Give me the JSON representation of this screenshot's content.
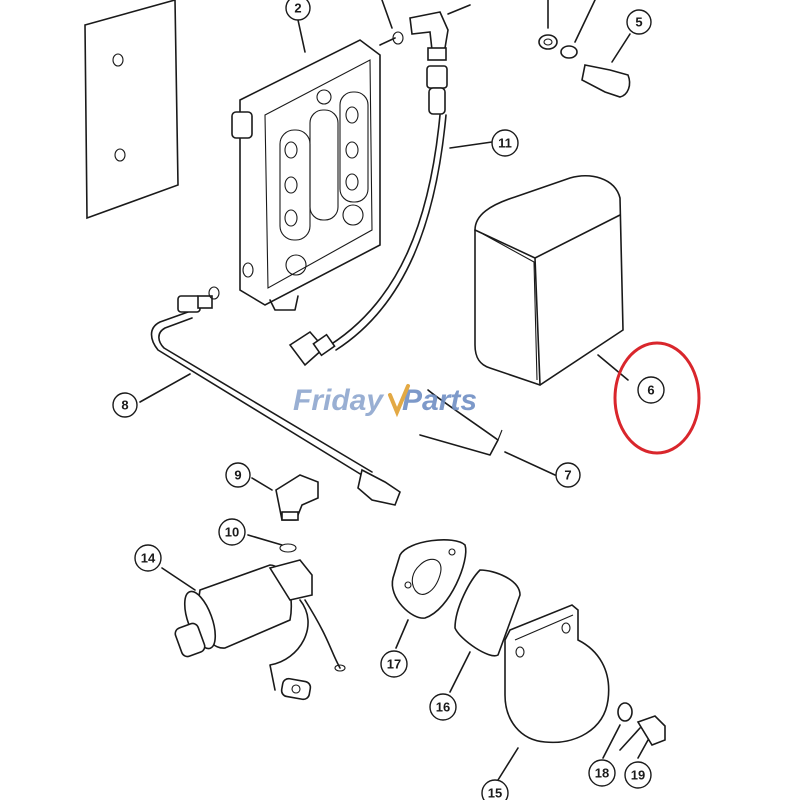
{
  "watermark": {
    "text_a": "Friday",
    "text_b": "Parts",
    "color_a": "#8ea7cf",
    "color_b": "#6f8fc4",
    "mark_color": "#e0a030"
  },
  "highlight_color": "#d9262c",
  "callouts": [
    {
      "id": "c2",
      "label": "2"
    },
    {
      "id": "c5",
      "label": "5"
    },
    {
      "id": "c6",
      "label": "6"
    },
    {
      "id": "c7",
      "label": "7"
    },
    {
      "id": "c8",
      "label": "8"
    },
    {
      "id": "c9",
      "label": "9"
    },
    {
      "id": "c10",
      "label": "10"
    },
    {
      "id": "c11",
      "label": "11"
    },
    {
      "id": "c14",
      "label": "14"
    },
    {
      "id": "c15",
      "label": "15"
    },
    {
      "id": "c16",
      "label": "16"
    },
    {
      "id": "c17",
      "label": "17"
    },
    {
      "id": "c18",
      "label": "18"
    },
    {
      "id": "c19",
      "label": "19"
    }
  ]
}
